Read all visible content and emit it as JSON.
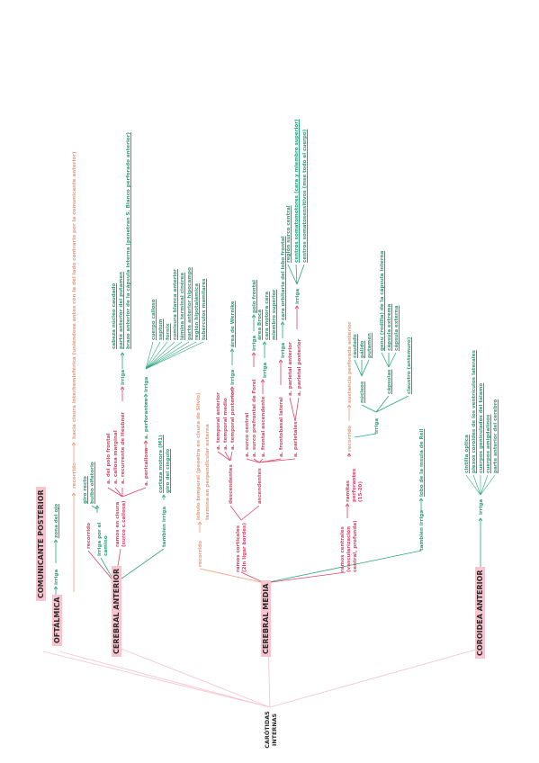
{
  "root": "CARÓTIDAS INTERNAS",
  "colors": {
    "pink": "#e0416a",
    "green": "#27a57c",
    "orange": "#f29a73",
    "highlight": "#f7c4cf"
  },
  "comunicante": {
    "title": "COMUNICANTE POSTERIOR",
    "recorrido": "recorrido",
    "recorrido_text": "hacia cisura interhemisférica (uniéndose antes con la del lado contrario por la comunicante anterior)"
  },
  "oftalmica": {
    "title": "OFTÁLMICA",
    "irriga": "irriga",
    "target": "zona del ojo"
  },
  "cerebral_anterior": {
    "title": "CEREBRAL ANTERIOR",
    "recorrido": "recorrido",
    "irriga_camino": "irriga por el camino",
    "camino": [
      "giro recto",
      "bulbo olfatorio"
    ],
    "ramos_cisura": "ramos en cisura (surco c.callosa)",
    "ramos": [
      "a. del polo frontal",
      "a. callosa marginal",
      "a. recurrente de Heubner",
      "a. pericallosa"
    ],
    "irriga": "irriga",
    "heubner_targets": [
      "cabeza núcleo caudado",
      "parte anterior del putamen",
      "brazo anterior de la cápsula interna (penetran S. Blanco perforado anterior)"
    ],
    "perforantes": "a. perforantes",
    "pericallosa_targets": [
      "cuerpo calloso",
      "septum",
      "fórnix",
      "comisura blanca anterior",
      "lámina terminal cinérea",
      "parte anterior hipocampo",
      "región hipotalámica",
      "tubérculos mamilares"
    ],
    "tambien_irriga": "también irriga",
    "tambien_targets": [
      "corteza motora (M1)",
      "giro del cíngulo"
    ]
  },
  "cerebral_media": {
    "title": "CEREBRAL MEDIA",
    "recorrido": "recorrido",
    "lobulo": "lóbulo temporal (penetra en cisura de Silvio)",
    "termina": "termina en perpendicular externa",
    "ramos_corticales": "ramos corticales (2in ligar bordes)",
    "descendentes": "descendentes",
    "descendentes_items": [
      "a. temporal anterior",
      "a. temporal medio",
      "a. temporal posterior"
    ],
    "irriga": "irriga",
    "wernike": "área de Wernike",
    "ascendentes": "ascendentes",
    "ascendentes_items": [
      "a. surco central",
      "a. surco prefrontal de Forel",
      "a. frontal ascendente",
      "a. frontobasal lateral",
      "a. parietales"
    ],
    "polo_frontal": "polo frontal",
    "frontal_targets": [
      "área Broca",
      "cara motora cara",
      "miembro superior"
    ],
    "cara_orbitaria": "cara orbitaria del lobo frontal",
    "parietal_items": [
      "a. parietal anterior",
      "a. parietal posterior"
    ],
    "parietal_targets": [
      "región surco central",
      "centros somatomotores (cara y miembro superior)",
      "centros somatosensitivos (mse todo el cuerpo)"
    ],
    "ramos_centrales": "ramos centrales (vascularización central, profunda)",
    "ramitas": "ramitas perforantes (15-20)",
    "recorrido2": "recorrido",
    "sustancia": "sustancia perforada anterior",
    "nucleos": "núcleos",
    "nucleos_items": [
      "caudado",
      "pálido",
      "putamen"
    ],
    "capsulas": "cápsulas",
    "capsulas_items": [
      "genu (rodilla) de la cápsula interna",
      "cápsula extrema",
      "cápsula externa"
    ],
    "claustro": "claustro (antemuro)",
    "tambien_irriga": "también irriga",
    "insula": "lobo de la ínsula de Reil"
  },
  "coroidea": {
    "title": "COROIDEA ANTERIOR",
    "irriga": "irriga",
    "targets": [
      "cintilla óptica",
      "plexos coroides de los ventrículos laterales",
      "cuerpos geniculados del tálamo",
      "cuerpos amigdalinos",
      "parte anterior del cerebro"
    ]
  }
}
